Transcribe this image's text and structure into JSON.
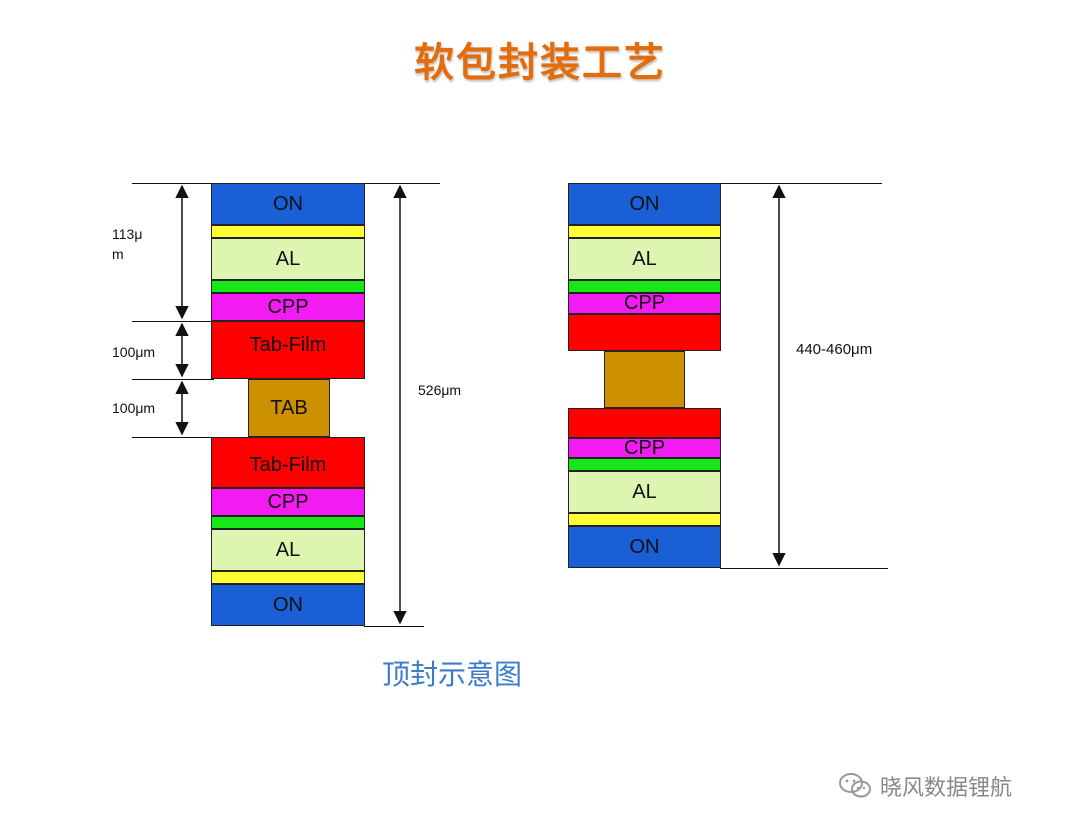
{
  "title": "软包封装工艺",
  "caption": "顶封示意图",
  "watermark": "晓风数据锂航",
  "layer_colors": {
    "ON": "#1a5fd6",
    "yellow": "#ffff33",
    "AL": "#ddf5b0",
    "green": "#19e619",
    "CPP": "#f21cf2",
    "TabFilm": "#ff0000",
    "TAB": "#cc9000"
  },
  "left_stack": {
    "labels": {
      "on_top": "ON",
      "al_top": "AL",
      "cpp_top": "CPP",
      "tabfilm_top": "Tab-Film",
      "tab": "TAB",
      "tabfilm_bottom": "Tab-Film",
      "cpp_bottom": "CPP",
      "al_bottom": "AL",
      "on_bottom": "ON"
    },
    "dimensions": {
      "layer_thickness": "113μ\nm",
      "tab_film_thickness": "100μm",
      "tab_thickness": "100μm",
      "total": "526μm"
    }
  },
  "right_stack": {
    "labels": {
      "on_top": "ON",
      "al_top": "AL",
      "cpp_top": "CPP",
      "cpp_bottom": "CPP",
      "al_bottom": "AL",
      "on_bottom": "ON"
    },
    "dimensions": {
      "total": "440-460μm"
    }
  }
}
